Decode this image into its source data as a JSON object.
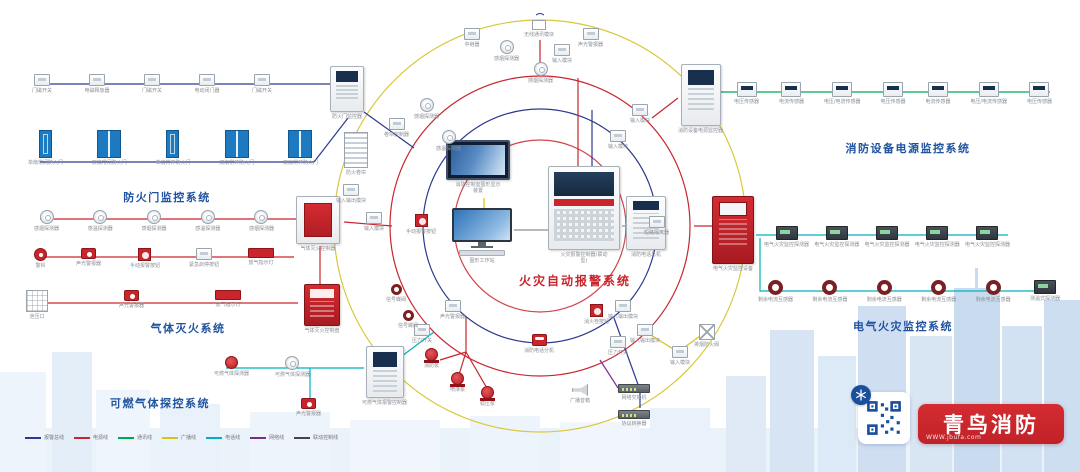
{
  "sections": {
    "fire_alarm": "火灾自动报警系统",
    "fire_door": "防火门监控系统",
    "gas": "气体灭火系统",
    "combustible": "可燃气体探控系统",
    "power": "消防设备电源监控系统",
    "electrical": "电气火灾监控系统"
  },
  "branding": {
    "name": "青鸟消防",
    "site": "WWW.jbufa.com"
  },
  "colors": {
    "accent_red": "#c9252c",
    "accent_blue": "#2b3990",
    "ring_yellow": "#d9c83b",
    "bus_green": "#00a650",
    "bus_cyan": "#00b0bd",
    "label_blue": "#1f53a0"
  },
  "legend": [
    {
      "label": "报警总线",
      "color": "#2b3990"
    },
    {
      "label": "电源线",
      "color": "#c9252c"
    },
    {
      "label": "通讯线",
      "color": "#00a650"
    },
    {
      "label": "广播线",
      "color": "#d8c21a"
    },
    {
      "label": "电话线",
      "color": "#00b0bd"
    },
    {
      "label": "网络线",
      "color": "#7b2d8b"
    },
    {
      "label": "联动控制线",
      "color": "#444444"
    }
  ],
  "devices": {
    "door_sensors": [
      {
        "t": "box",
        "label": "门磁开关"
      },
      {
        "t": "box",
        "label": "电磁释放器"
      },
      {
        "t": "box",
        "label": "门磁开关"
      },
      {
        "t": "box",
        "label": "电动闭门器"
      },
      {
        "t": "box",
        "label": "门磁开关"
      }
    ],
    "door_controller": {
      "label": "防火门监控器"
    },
    "doors": [
      {
        "t": "door1",
        "label": "单扇常闭防火门"
      },
      {
        "t": "door2",
        "label": "双扇常闭防火门"
      },
      {
        "t": "door1",
        "label": "单扇常开防火门"
      },
      {
        "t": "door2",
        "label": "双扇常开防火门"
      },
      {
        "t": "door2",
        "label": "双扇常开防火门"
      }
    ],
    "gas_detectors": [
      {
        "t": "detector",
        "label": "感烟探测器"
      },
      {
        "t": "detector",
        "label": "感温探测器"
      },
      {
        "t": "detector",
        "label": "感烟探测器"
      },
      {
        "t": "detector",
        "label": "感温探测器"
      },
      {
        "t": "detector",
        "label": "感烟探测器"
      }
    ],
    "gas_panel": {
      "label": "气体灭火控制器"
    },
    "gas_row2": [
      {
        "t": "bell",
        "label": "警铃"
      },
      {
        "t": "strobe",
        "label": "声光警报器"
      },
      {
        "t": "mcall",
        "label": "手动报警按钮"
      },
      {
        "t": "box",
        "label": "紧急启停按钮"
      },
      {
        "t": "sign",
        "label": "放气指示灯"
      }
    ],
    "gas_row3": [
      {
        "t": "vent",
        "label": "泄压口"
      },
      {
        "t": "strobe",
        "label": "声光警报器"
      },
      {
        "t": "sign",
        "label": "放气指示灯"
      }
    ],
    "gas_cabinet": {
      "label": "气体灭火控制盘"
    },
    "combustible_items": [
      {
        "t": "gasdet",
        "label": "可燃气体探测器"
      },
      {
        "t": "detector",
        "label": "可燃气体探测器"
      }
    ],
    "combustible_panel": {
      "label": "可燃气体报警控制器"
    },
    "power_cabinet": {
      "label": "消防设备电源监控器"
    },
    "power_modules": [
      {
        "t": "boxlg",
        "label": "电压传感器"
      },
      {
        "t": "boxlg",
        "label": "电流传感器"
      },
      {
        "t": "boxlg",
        "label": "电压/电流传感器"
      },
      {
        "t": "boxlg",
        "label": "电压传感器"
      },
      {
        "t": "boxlg",
        "label": "电流传感器"
      },
      {
        "t": "boxlg",
        "label": "电压/电流传感器"
      },
      {
        "t": "boxlg",
        "label": "电压传感器"
      }
    ],
    "electrical_cabinet": {
      "label": "电气火灾监控设备"
    },
    "electrical_modules": [
      {
        "t": "darkmod",
        "label": "电气火灾监控探测器"
      },
      {
        "t": "darkmod",
        "label": "电气火灾监控探测器"
      },
      {
        "t": "darkmod",
        "label": "电气火灾监控探测器"
      },
      {
        "t": "darkmod",
        "label": "电气火灾监控探测器"
      },
      {
        "t": "darkmod",
        "label": "电气火灾监控探测器"
      }
    ],
    "electrical_clamps": [
      {
        "t": "clamp",
        "label": "剩余电流互感器"
      },
      {
        "t": "clamp",
        "label": "剩余电流互感器"
      },
      {
        "t": "clamp",
        "label": "剩余电流互感器"
      },
      {
        "t": "clamp",
        "label": "剩余电流互感器"
      },
      {
        "t": "clamp",
        "label": "剩余电流互感器"
      },
      {
        "t": "darkmod",
        "label": "测温式探测器"
      }
    ],
    "graphic_display": {
      "label": "消防控制室图形显示装置"
    },
    "workstation": {
      "label": "图形工作站"
    },
    "main_panel": {
      "label": "火灾报警控制器(联动型)"
    },
    "phone_panel": {
      "label": "消防电话总机"
    },
    "scatter": [
      "中继器",
      "感烟探测器",
      "无线通讯模块",
      "输入模块",
      "声光警报器",
      "感温探测器",
      "输入模块",
      "短路隔离器",
      "输入输出模块",
      "消防电话分机",
      "声光警报器",
      "手动报警按钮",
      "感烟探测器",
      "输入模块",
      "输入输出模块",
      "压力开关",
      "输入模块",
      "感烟探测器",
      "防火卷帘",
      "卷帘控制器",
      "输入输出模块",
      "信号蝶阀",
      "信号蝶阀",
      "消防泵",
      "喷淋泵",
      "稳压泵",
      "消火栓按钮",
      "压力开关",
      "广播音箱",
      "网络交换机",
      "协议转换器",
      "输入模块",
      "排烟防火阀",
      "声光警报器"
    ]
  }
}
